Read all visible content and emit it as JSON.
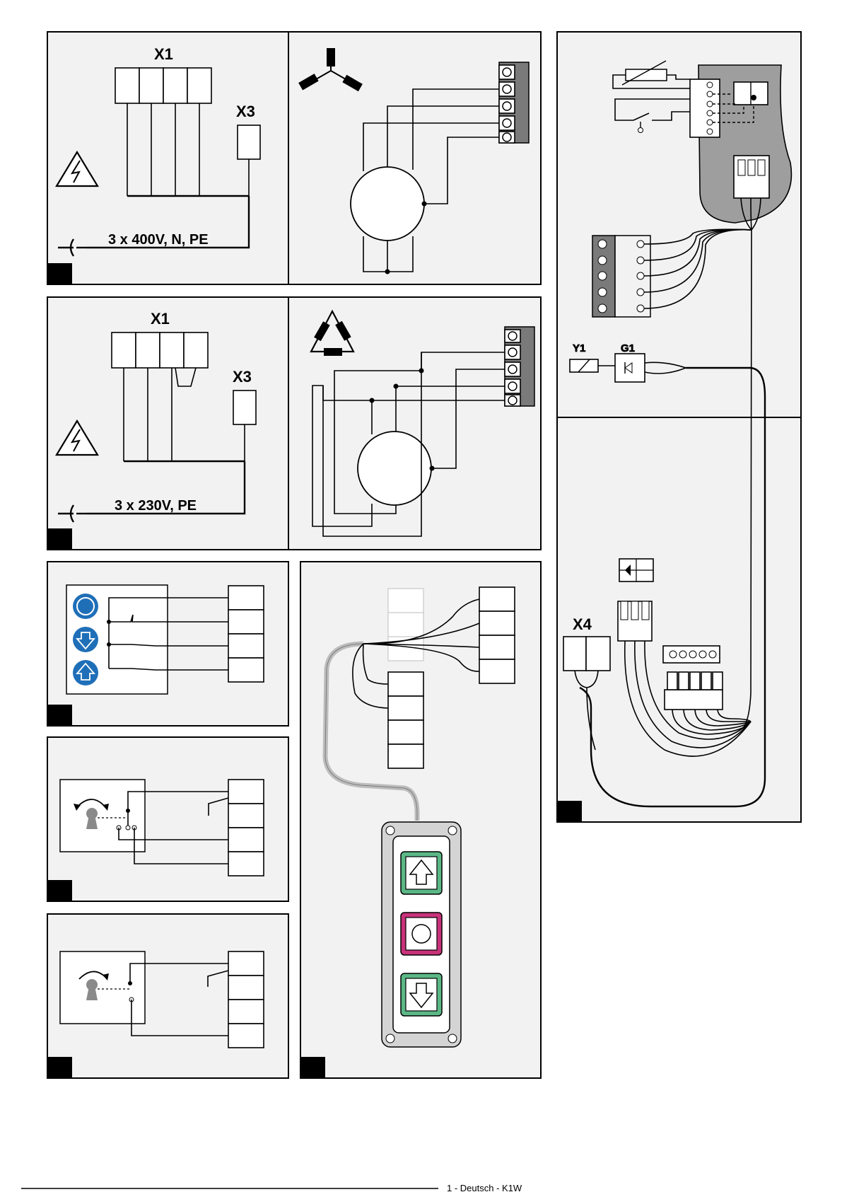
{
  "labels": {
    "x1_star": "X1",
    "x3_star": "X3",
    "supply_star": "3 x 400V, N, PE",
    "x1_delta": "X1",
    "x3_delta": "X3",
    "supply_delta": "3 x 230V, PE",
    "y1": "Y1",
    "g1": "G1",
    "x4": "X4",
    "footer": "1 - Deutsch - K1W"
  },
  "colors": {
    "panel": "#f2f2f2",
    "button_blue": "#1f6fb8",
    "up_down_green": "#5bb886",
    "stop_magenta": "#c8327a",
    "cable_grey": "#bdbdbd",
    "box_grey": "#9e9e9e"
  }
}
